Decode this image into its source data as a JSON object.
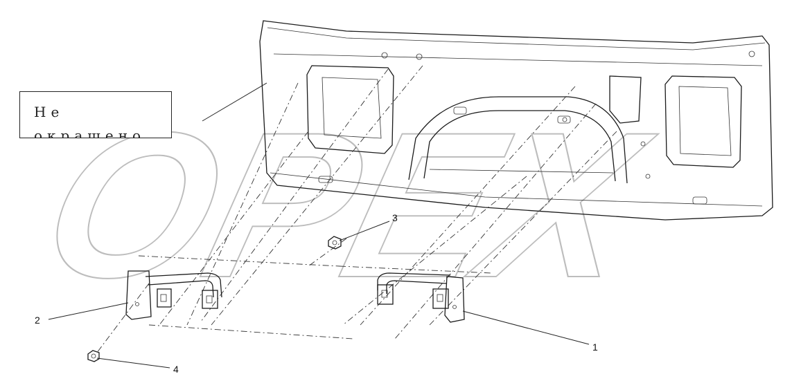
{
  "note": {
    "text": "Не окрашено"
  },
  "watermark": {
    "text": "OPEX",
    "color": "#bdbdbd"
  },
  "callouts": [
    {
      "id": "1",
      "label": "1"
    },
    {
      "id": "2",
      "label": "2"
    },
    {
      "id": "3",
      "label": "3"
    },
    {
      "id": "4",
      "label": "4"
    }
  ]
}
